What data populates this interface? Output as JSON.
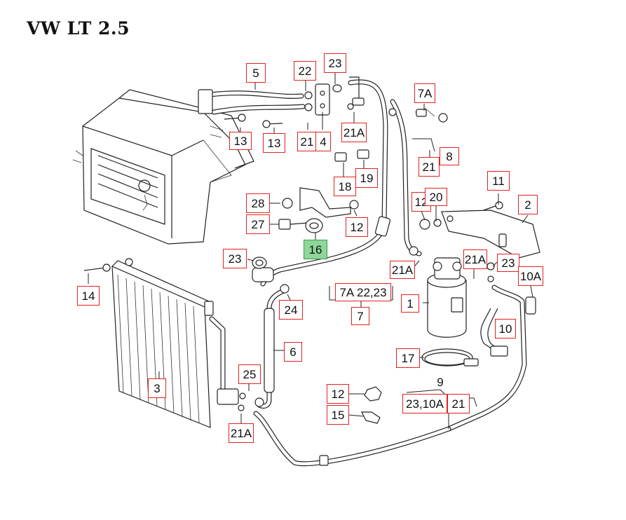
{
  "title": "VW LT 2.5",
  "colors": {
    "label_border": "#e0231f",
    "highlight_fill": "#8fd69a",
    "line": "#222222"
  },
  "labels": [
    {
      "id": "l5",
      "text": "5"
    },
    {
      "id": "l22",
      "text": "22"
    },
    {
      "id": "l23a",
      "text": "23"
    },
    {
      "id": "l7Aa",
      "text": "7A"
    },
    {
      "id": "l13a",
      "text": "13"
    },
    {
      "id": "l13b",
      "text": "13"
    },
    {
      "id": "l21a",
      "text": "21"
    },
    {
      "id": "l4",
      "text": "4"
    },
    {
      "id": "l21Aa",
      "text": "21A"
    },
    {
      "id": "l8",
      "text": "8"
    },
    {
      "id": "l21b",
      "text": "21"
    },
    {
      "id": "l18",
      "text": "18"
    },
    {
      "id": "l19",
      "text": "19"
    },
    {
      "id": "l11",
      "text": "11"
    },
    {
      "id": "l2",
      "text": "2"
    },
    {
      "id": "l28",
      "text": "28"
    },
    {
      "id": "l12a",
      "text": "12"
    },
    {
      "id": "l20",
      "text": "20"
    },
    {
      "id": "l27",
      "text": "27"
    },
    {
      "id": "l12b",
      "text": "12"
    },
    {
      "id": "l16",
      "text": "16"
    },
    {
      "id": "l23b",
      "text": "23"
    },
    {
      "id": "l21Ab",
      "text": "21A"
    },
    {
      "id": "l21Ac",
      "text": "21A"
    },
    {
      "id": "l23c",
      "text": "23"
    },
    {
      "id": "l10A",
      "text": "10A"
    },
    {
      "id": "l14",
      "text": "14"
    },
    {
      "id": "l7A2223",
      "text": "7A 22,23"
    },
    {
      "id": "l1",
      "text": "1"
    },
    {
      "id": "l24",
      "text": "24"
    },
    {
      "id": "l7",
      "text": "7"
    },
    {
      "id": "l10",
      "text": "10"
    },
    {
      "id": "l6",
      "text": "6"
    },
    {
      "id": "l17",
      "text": "17"
    },
    {
      "id": "l3",
      "text": "3"
    },
    {
      "id": "l25",
      "text": "25"
    },
    {
      "id": "l9",
      "text": "9"
    },
    {
      "id": "l12c",
      "text": "12"
    },
    {
      "id": "l2310A",
      "text": "23,10A"
    },
    {
      "id": "l21c",
      "text": "21"
    },
    {
      "id": "l15",
      "text": "15"
    },
    {
      "id": "l21Ad",
      "text": "21A"
    }
  ]
}
